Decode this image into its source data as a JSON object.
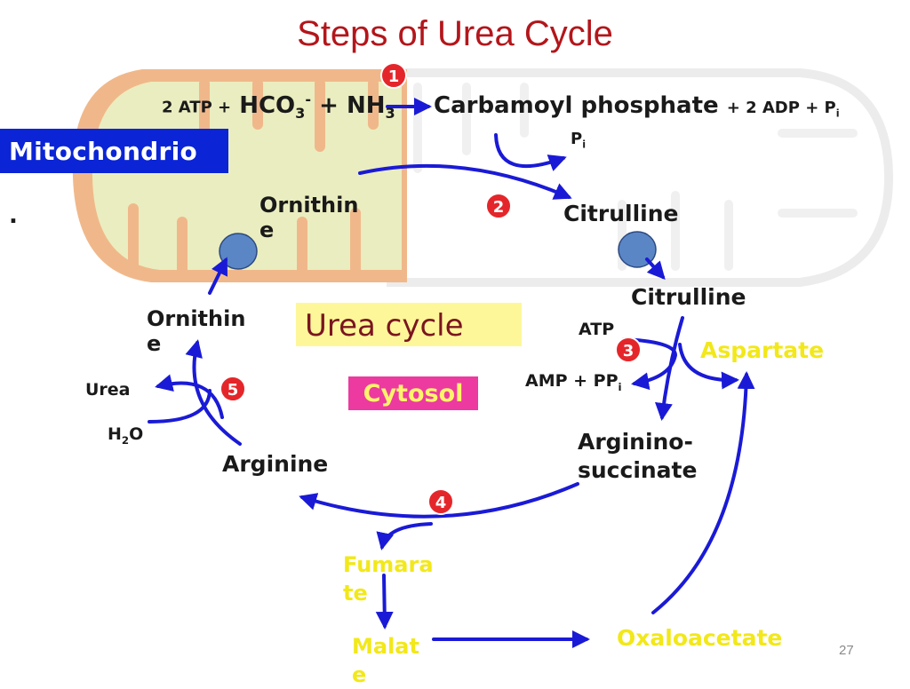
{
  "title": "Steps of Urea Cycle",
  "labels": {
    "mitochondrion": "Mitochondrio",
    "mitochondrion_dot": ".",
    "urea_cycle": "Urea cycle",
    "cytosol": "Cytosol"
  },
  "step1": {
    "badge": "1",
    "atp": "2 ATP +",
    "hco3": "HCO",
    "hco3_sub": "3",
    "hco3_sup": "-",
    "plus": "+ NH",
    "nh3_sub": "3",
    "product": "Carbamoyl phosphate",
    "byproducts": "+ 2 ADP + P",
    "byproducts_sub": "i"
  },
  "step2": {
    "badge": "2",
    "pi": "P",
    "pi_sub": "i",
    "ornithine": "Ornithine",
    "citrulline": "Citrulline"
  },
  "step3": {
    "badge": "3",
    "citrulline": "Citrulline",
    "atp": "ATP",
    "amp": "AMP + PP",
    "amp_sub": "i",
    "aspartate": "Aspartate",
    "argininosuccinate_1": "Arginino-",
    "argininosuccinate_2": "succinate"
  },
  "step4": {
    "badge": "4",
    "arginine": "Arginine",
    "fumarate": "Fumarate",
    "malate": "Malate",
    "oxaloacetate": "Oxaloacetate"
  },
  "step5": {
    "badge": "5",
    "ornithine": "Ornithine",
    "urea": "Urea",
    "h2o_h": "H",
    "h2o_sub": "2",
    "h2o_o": "O"
  },
  "page_number": "27",
  "colors": {
    "title": "#b3161b",
    "arrow": "#1a1ad6",
    "badge": "#e4262a",
    "mito_label": "#0a24d6",
    "yellow_text": "#f2e81a",
    "transporter": "#5a86c6"
  }
}
